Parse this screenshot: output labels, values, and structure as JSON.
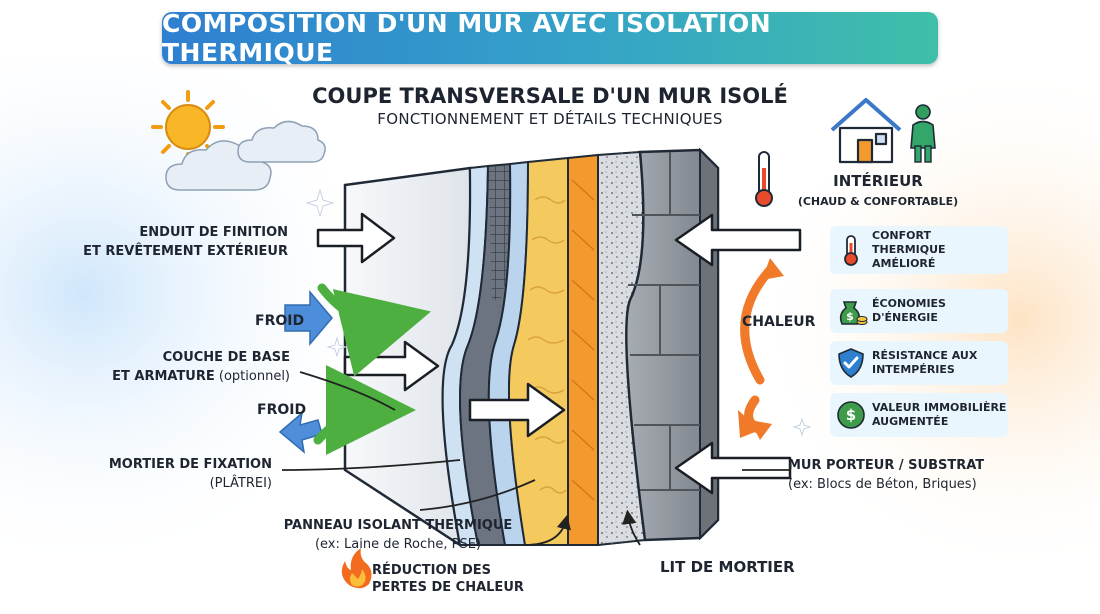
{
  "header": {
    "title": "COMPOSITION D'UN MUR AVEC ISOLATION THERMIQUE",
    "subtitle": "COUPE TRANSVERSALE D'UN MUR ISOLÉ",
    "subtitle2": "FONCTIONNEMENT ET DÉTAILS TECHNIQUES"
  },
  "left_labels": {
    "enduit_1": "ENDUIT DE FINITION",
    "enduit_2": "ET REVÊTEMENT EXTÉRIEUR",
    "froid_1": "FROID",
    "couche_1": "COUCHE DE BASE",
    "couche_2": "ET ARMATURE",
    "couche_opt": " (optionnel)",
    "froid_2": "FROID",
    "mortier_1": "MORTIER DE FIXATION",
    "mortier_2": "(PLÂTREI)"
  },
  "bottom_labels": {
    "panneau_1": "PANNEAU ISOLANT THERMIQUE",
    "panneau_2": "(ex: Laine de Roche, PSE)",
    "reduction_1": "RÉDUCTION DES",
    "reduction_2": "PERTES DE CHALEUR",
    "lit": "LIT DE MORTIER"
  },
  "right_labels": {
    "interieur": "INTÉRIEUR",
    "interieur_sub": "(CHAUD & CONFORTABLE)",
    "chaleur": "CHALEUR",
    "mur_1": "MUR PORTEUR / SUBSTRAT",
    "mur_2": "(ex: Blocs de Béton, Briques)"
  },
  "benefits": [
    {
      "icon": "thermometer-icon",
      "line1": "CONFORT",
      "line2": "THERMIQUE",
      "line3": "AMÉLIORÉ"
    },
    {
      "icon": "money-bag-icon",
      "line1": "ÉCONOMIES",
      "line2": "D'ÉNERGIE"
    },
    {
      "icon": "shield-icon",
      "line1": "RÉSISTANCE AUX",
      "line2": "INTEMPÉRIES"
    },
    {
      "icon": "dollar-coin-icon",
      "line1": "VALEUR IMMOBILIÈRE",
      "line2": "AUGMENTÉE"
    }
  ],
  "colors": {
    "banner_start": "#2f7fd0",
    "banner_end": "#3fbfa9",
    "cold_blue": "#3b82d6",
    "cold_green": "#4caf3f",
    "heat_orange": "#f07a2a",
    "insulation_yellow": "#f4c95d",
    "insulation_orange": "#f39a2e",
    "block_grey": "#8d9299"
  }
}
